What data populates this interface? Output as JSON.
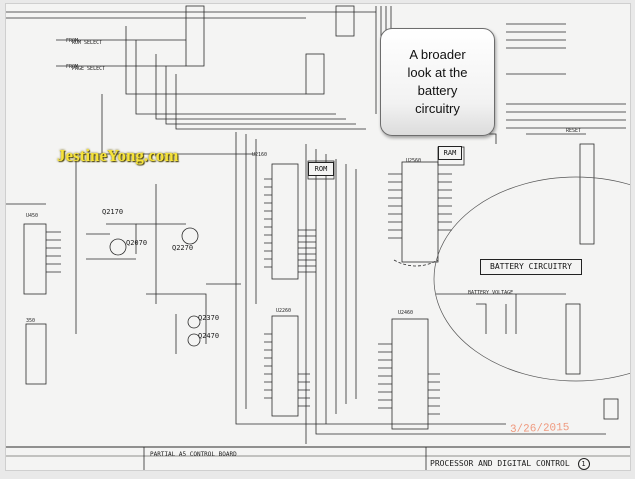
{
  "callout": {
    "text": "A broader\nlook at the\nbattery\ncircuitry"
  },
  "watermark": "JestineYong.com",
  "stamp_date": "3/26/2015",
  "title_block": "PROCESSOR AND DIGITAL CONTROL",
  "sheet_number": "1",
  "partial_label": "PARTIAL A5 CONTROL BOARD",
  "battery_label": "BATTERY CIRCUITRY",
  "chips": {
    "rom_ref": "U2160",
    "rom_label": "ROM",
    "ram_ref": "U2560",
    "ram_label": "RAM",
    "u2260": "U2260",
    "u2460": "U2460",
    "u450": "U450",
    "u350": "350"
  },
  "transistors": {
    "q2070": "Q2070",
    "q2170": "Q2170",
    "q2270": "Q2270",
    "q2370": "Q2370",
    "q2470": "Q2470"
  },
  "signals": {
    "rom_select": "ROM SELECT",
    "page_select": "PAGE SELECT",
    "battery_voltage": "BATTERY VOLTAGE",
    "reset": "RESET"
  },
  "colors": {
    "paper": "#f4f4f3",
    "ink": "#1b1b1b",
    "watermark": "#f6e33a",
    "stamp": "#ef8a6a"
  }
}
